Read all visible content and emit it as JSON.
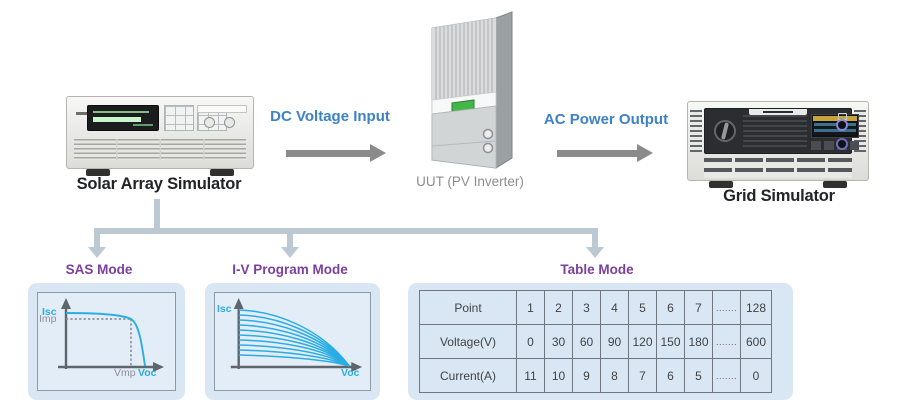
{
  "colors": {
    "accent_blue": "#3d82c4",
    "purple": "#7b3fa0",
    "cyan": "#2aade3",
    "connector_gray_blue": "#bcc9d3",
    "arrow_gray": "#8b8b8b",
    "mode_panel_blue": "#d9e7f4"
  },
  "flow": {
    "solar_simulator_label": "Solar Array Simulator",
    "dc_voltage_label": "DC Voltage Input",
    "uut_label": "UUT (PV Inverter)",
    "ac_power_label": "AC Power Output",
    "grid_simulator_label": "Grid Simulator"
  },
  "modes": {
    "sas": {
      "title": "SAS Mode",
      "isc": "Isc",
      "imp": "Imp",
      "vmp": "Vmp",
      "voc": "Voc"
    },
    "iv_program": {
      "title": "I-V Program Mode",
      "isc": "Isc",
      "voc": "Voc"
    },
    "table": {
      "title": "Table Mode",
      "rows": [
        {
          "header": "Point",
          "values": [
            "1",
            "2",
            "3",
            "4",
            "5",
            "6",
            "7",
            ".......",
            "128"
          ]
        },
        {
          "header": "Voltage(V)",
          "values": [
            "0",
            "30",
            "60",
            "90",
            "120",
            "150",
            "180",
            ".......",
            "600"
          ]
        },
        {
          "header": "Current(A)",
          "values": [
            "11",
            "10",
            "9",
            "8",
            "7",
            "6",
            "5",
            ".......",
            "0"
          ]
        }
      ]
    }
  },
  "chart_data": [
    {
      "type": "line",
      "title": "SAS Mode",
      "series_count": 1,
      "y_annotations": [
        "Isc",
        "Imp"
      ],
      "x_annotations": [
        "Vmp",
        "Voc"
      ],
      "legend_position": "none"
    },
    {
      "type": "line",
      "title": "I-V Program Mode",
      "series_count": 10,
      "y_annotations": [
        "Isc"
      ],
      "x_annotations": [
        "Voc"
      ],
      "legend_position": "none"
    },
    {
      "type": "table",
      "title": "Table Mode",
      "categories": [
        "1",
        "2",
        "3",
        "4",
        "5",
        "6",
        "7",
        ".......",
        "128"
      ],
      "series": [
        {
          "name": "Voltage(V)",
          "values": [
            0,
            30,
            60,
            90,
            120,
            150,
            180,
            null,
            600
          ]
        },
        {
          "name": "Current(A)",
          "values": [
            11,
            10,
            9,
            8,
            7,
            6,
            5,
            null,
            0
          ]
        }
      ]
    }
  ]
}
